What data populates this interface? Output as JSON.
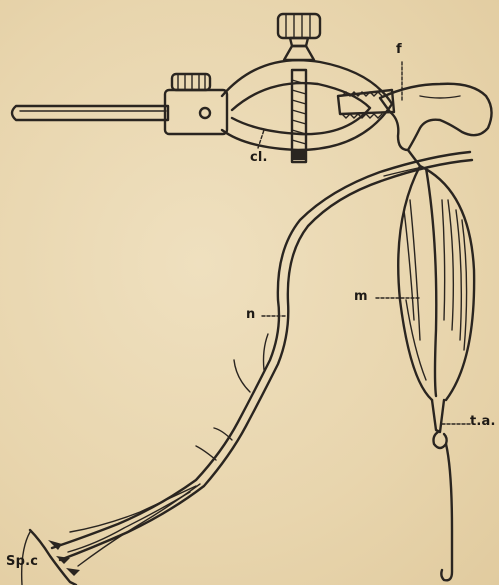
{
  "labels": {
    "f": "f",
    "cl": "cl.",
    "n": "n",
    "m": "m",
    "ta": "t.a.",
    "spc": "Sp.c"
  },
  "colors": {
    "paper": "#ead9b3",
    "ink": "#2a2520"
  }
}
